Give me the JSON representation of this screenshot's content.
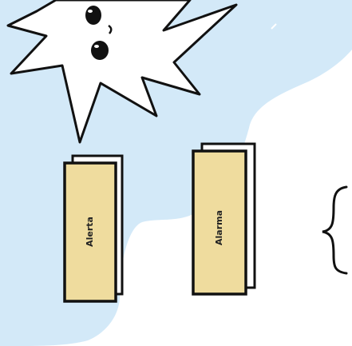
{
  "scene": {
    "colors": {
      "sky_blob": "#d3e9f8",
      "book_cover": "#efdc9e",
      "ink": "#111111",
      "page_white": "#ffffff"
    },
    "star": {
      "icon": "spiky-star-character-with-face"
    },
    "books": [
      {
        "label": "Alerta"
      },
      {
        "label": "Alarma"
      }
    ],
    "brace": {
      "icon": "left-curly-brace"
    }
  }
}
